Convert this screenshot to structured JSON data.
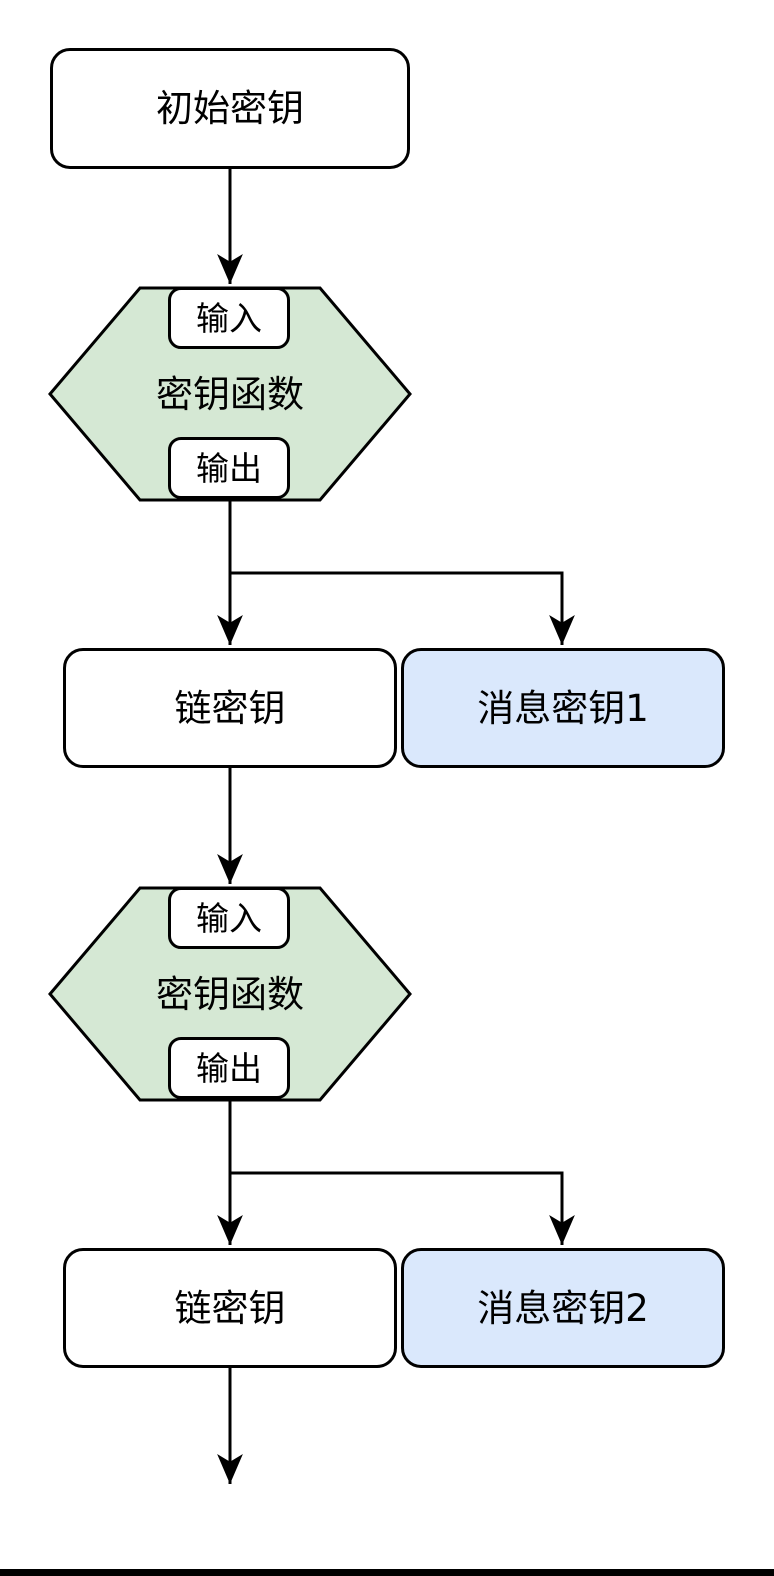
{
  "colors": {
    "background": "#ffffff",
    "stroke": "#000000",
    "text": "#000000",
    "plain_node_fill": "#ffffff",
    "kdf_fill": "#d5e8d4",
    "message_key_fill": "#dae8fc"
  },
  "nodes": {
    "initial_key": {
      "label": "初始密钥"
    },
    "kdf1": {
      "input": "输入",
      "label": "密钥函数",
      "output": "输出"
    },
    "chain_key1": {
      "label": "链密钥"
    },
    "message_key1": {
      "label": "消息密钥1"
    },
    "kdf2": {
      "input": "输入",
      "label": "密钥函数",
      "output": "输出"
    },
    "chain_key2": {
      "label": "链密钥"
    },
    "message_key2": {
      "label": "消息密钥2"
    }
  }
}
